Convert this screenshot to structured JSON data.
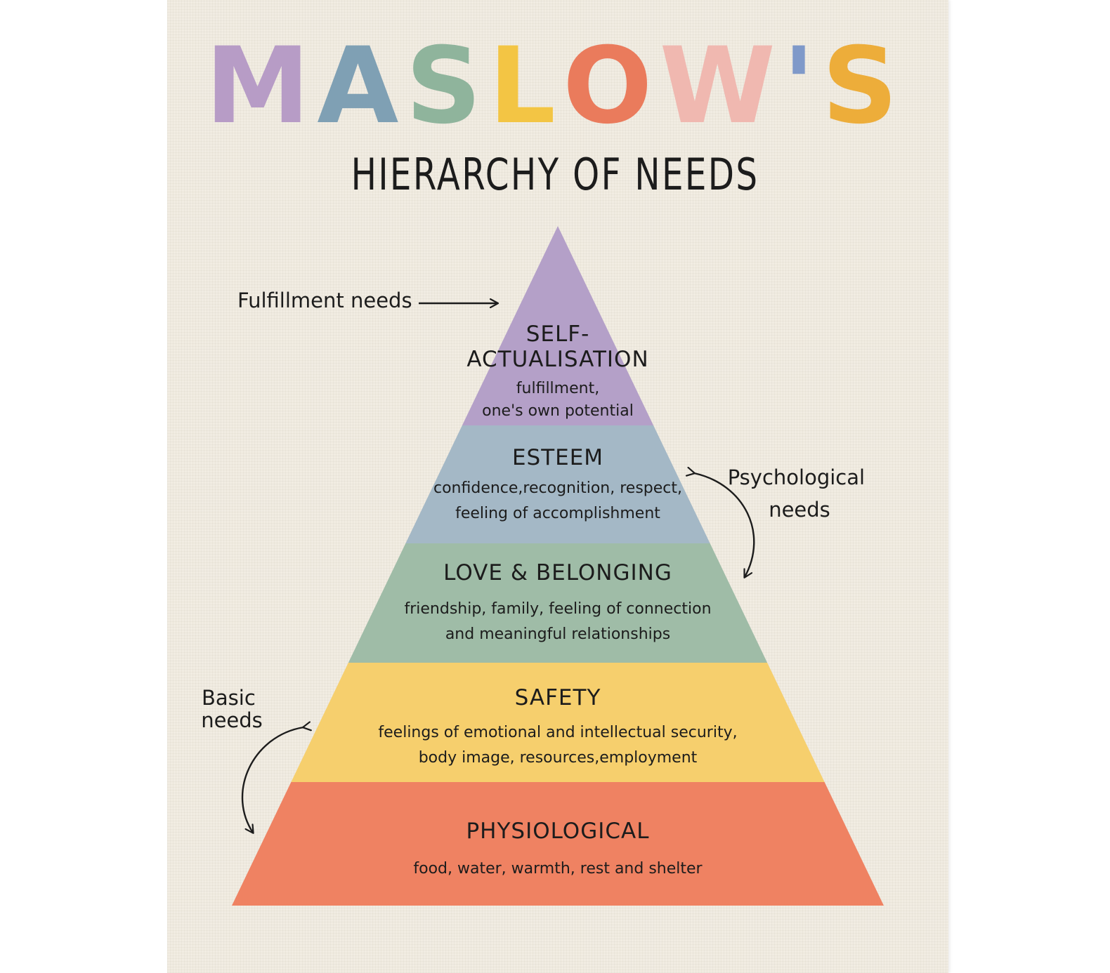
{
  "title": {
    "letters": [
      {
        "char": "M",
        "color": "#b79cc6"
      },
      {
        "char": "A",
        "color": "#7fa0b4"
      },
      {
        "char": "S",
        "color": "#8fb49c"
      },
      {
        "char": "L",
        "color": "#f3c544"
      },
      {
        "char": "O",
        "color": "#ea7b5c"
      },
      {
        "char": "W",
        "color": "#f0b8b0"
      },
      {
        "char": "'",
        "color": "#7f99c9"
      },
      {
        "char": "S",
        "color": "#edad3a"
      }
    ]
  },
  "subtitle": "HIERARCHY OF NEEDS",
  "tiers": [
    {
      "heading_lines": [
        "SELF-",
        "ACTUALISATION"
      ],
      "description_lines": [
        "fulfillment,",
        "one's own potential"
      ],
      "color": "#b4a0c8"
    },
    {
      "heading_lines": [
        "ESTEEM"
      ],
      "description_lines": [
        "confidence,recognition, respect,",
        "feeling of accomplishment"
      ],
      "color": "#a4b8c6"
    },
    {
      "heading_lines": [
        "LOVE & BELONGING"
      ],
      "description_lines": [
        "friendship, family, feeling of connection",
        "and meaningful relationships"
      ],
      "color": "#9fbca7"
    },
    {
      "heading_lines": [
        "SAFETY"
      ],
      "description_lines": [
        "feelings of emotional and intellectual security,",
        "body image, resources,employment"
      ],
      "color": "#f6cf6d"
    },
    {
      "heading_lines": [
        "PHYSIOLOGICAL"
      ],
      "description_lines": [
        "food, water, warmth, rest and shelter"
      ],
      "color": "#ef8262"
    }
  ],
  "annotations": {
    "fulfillment": {
      "lines": [
        "Fulfillment needs"
      ]
    },
    "psychological": {
      "lines": [
        "Psychological",
        "needs"
      ]
    },
    "basic": {
      "lines": [
        "Basic",
        "needs"
      ]
    }
  }
}
